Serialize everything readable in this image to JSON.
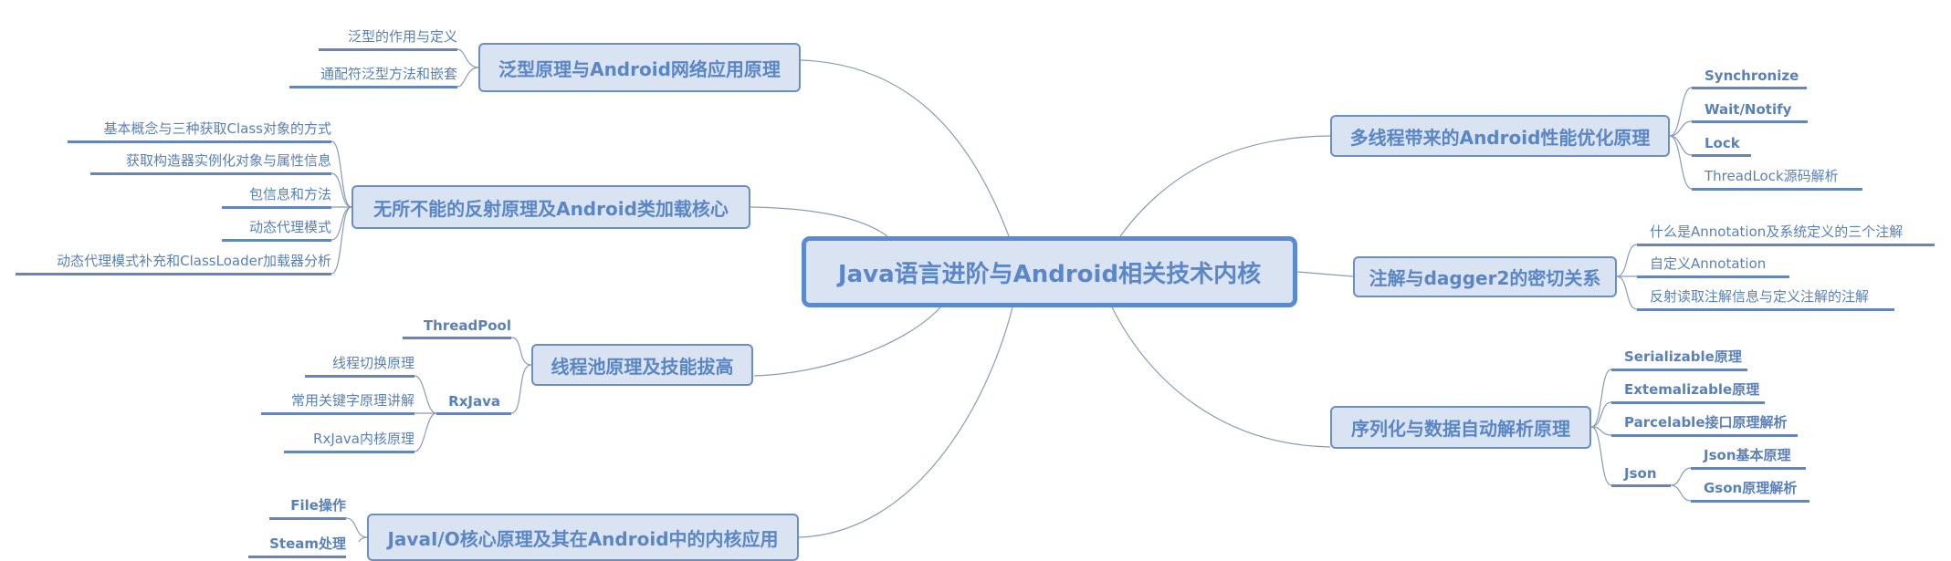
{
  "root": {
    "label": "Java语言进阶与Android相关技术内核"
  },
  "branches": [
    {
      "label": "泛型原理与Android网络应用原理",
      "children": [
        {
          "label": "泛型的作用与定义"
        },
        {
          "label": "通配符泛型方法和嵌套"
        }
      ]
    },
    {
      "label": "无所不能的反射原理及Android类加载核心",
      "children": [
        {
          "label": "基本概念与三种获取Class对象的方式"
        },
        {
          "label": "获取构造器实例化对象与属性信息"
        },
        {
          "label": "包信息和方法"
        },
        {
          "label": "动态代理模式"
        },
        {
          "label": "动态代理模式补充和ClassLoader加载器分析"
        }
      ]
    },
    {
      "label": "线程池原理及技能拔高",
      "children": [
        {
          "label": "ThreadPool"
        },
        {
          "label": "RxJava",
          "children": [
            {
              "label": "线程切换原理"
            },
            {
              "label": "常用关键字原理讲解"
            },
            {
              "label": "RxJava内核原理"
            }
          ]
        }
      ]
    },
    {
      "label": "JavaI/O核心原理及其在Android中的内核应用",
      "children": [
        {
          "label": "File操作"
        },
        {
          "label": "Steam处理"
        }
      ]
    },
    {
      "label": "多线程带来的Android性能优化原理",
      "children": [
        {
          "label": "Synchronize"
        },
        {
          "label": "Wait/Notify"
        },
        {
          "label": "Lock"
        },
        {
          "label": "ThreadLock源码解析"
        }
      ]
    },
    {
      "label": "注解与dagger2的密切关系",
      "children": [
        {
          "label": "什么是Annotation及系统定义的三个注解"
        },
        {
          "label": "自定义Annotation"
        },
        {
          "label": "反射读取注解信息与定义注解的注解"
        }
      ]
    },
    {
      "label": "序列化与数据自动解析原理",
      "children": [
        {
          "label": "Serializable原理"
        },
        {
          "label": "Extemalizable原理"
        },
        {
          "label": "Parcelable接口原理解析"
        },
        {
          "label": "Json",
          "children": [
            {
              "label": "Json基本原理"
            },
            {
              "label": "Gson原理解析"
            }
          ]
        }
      ]
    }
  ],
  "colors": {
    "node_fill": "#dae3f1",
    "node_border": "#6b8fc4",
    "root_border": "#5a8ad0",
    "text": "#5a86c5",
    "underline": "#6786b8",
    "connector": "#8a9bb5"
  }
}
